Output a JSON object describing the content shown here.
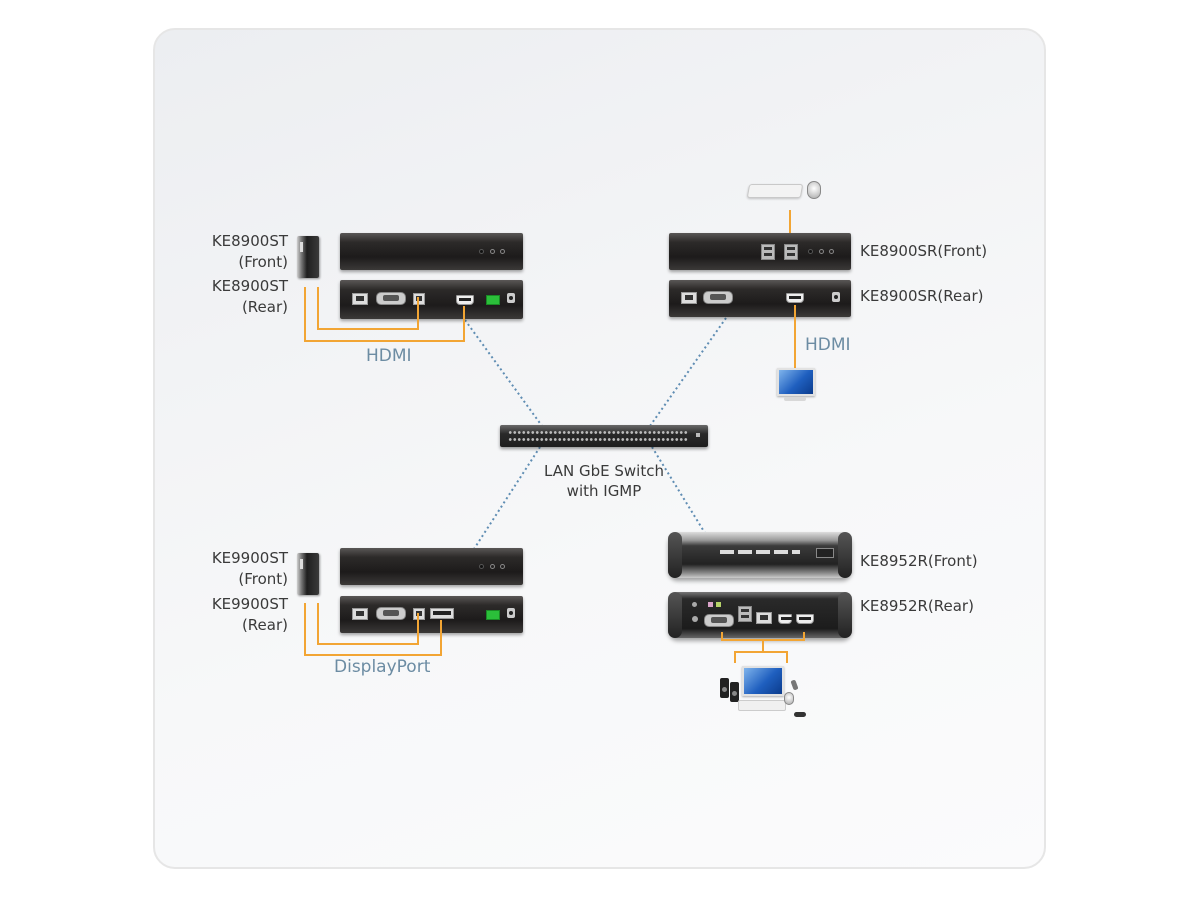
{
  "diagram": {
    "title": "",
    "colors": {
      "cable": "#f2a534",
      "network_dotted": "#5f8db3",
      "cable_label": "#6c8ca3",
      "device_label": "#3a3a3a"
    },
    "switch": {
      "label_line1": "LAN GbE Switch",
      "label_line2": "with IGMP",
      "icon": "network-switch-icon"
    },
    "transmitter_1": {
      "front_label_model": "KE8900ST",
      "front_label_side": "(Front)",
      "rear_label_model": "KE8900ST",
      "rear_label_side": "(Rear)",
      "cable_label": "HDMI",
      "source_icon": "computer-tower-icon"
    },
    "receiver_1": {
      "front_label": "KE8900SR(Front)",
      "rear_label": "KE8900SR(Rear)",
      "cable_label": "HDMI",
      "peripherals_icon": "keyboard-mouse-icon",
      "display_icon": "monitor-icon"
    },
    "transmitter_2": {
      "front_label_model": "KE9900ST",
      "front_label_side": "(Front)",
      "rear_label_model": "KE9900ST",
      "rear_label_side": "(Rear)",
      "cable_label": "DisplayPort",
      "source_icon": "computer-tower-icon"
    },
    "receiver_2": {
      "front_label": "KE8952R(Front)",
      "rear_label": "KE8952R(Rear)",
      "console_icon": "desktop-workstation-icon"
    }
  }
}
